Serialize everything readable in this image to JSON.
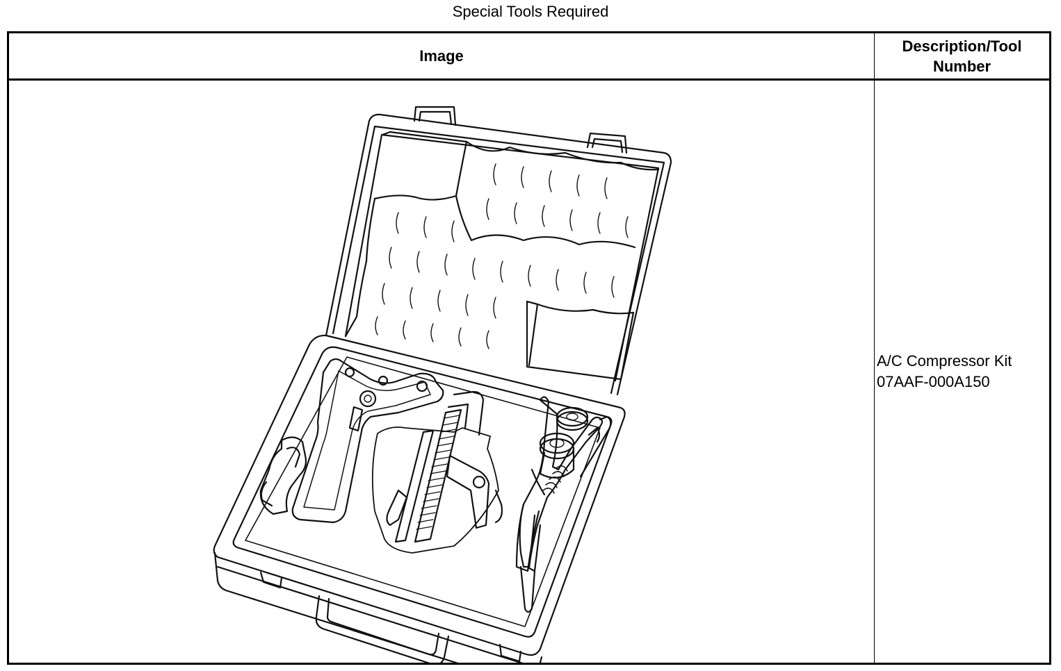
{
  "page": {
    "title": "Special Tools Required"
  },
  "table": {
    "headers": {
      "image": "Image",
      "description": "Description/Tool Number"
    },
    "rows": [
      {
        "illustration": "tool-case-kit-illustration",
        "description": "A/C Compressor Kit",
        "tool_number": "07AAF-000A150"
      }
    ]
  }
}
